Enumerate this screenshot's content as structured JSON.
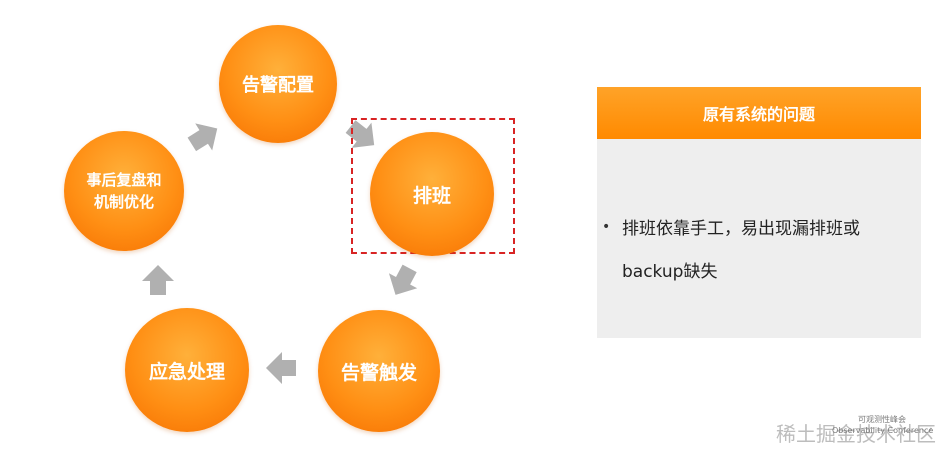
{
  "cycle": {
    "nodes": {
      "alarm_config": "告警配置",
      "schedule": "排班",
      "alarm_trigger": "告警触发",
      "emergency": "应急处理",
      "review_line1": "事后复盘和",
      "review_line2": "机制优化"
    },
    "highlighted_node": "排班",
    "colors": {
      "node": "#ff8f14",
      "arrow": "#b0b0b0",
      "highlight_border": "#d82424"
    }
  },
  "panel": {
    "title": "原有系统的问题",
    "bullet_marker": "•",
    "bullet_line1": "排班依靠手工，易出现漏排班或",
    "bullet_line2": "backup缺失",
    "colors": {
      "header": "#ff8f14",
      "body": "#eeeeee"
    }
  },
  "watermark": {
    "text": "稀土掘金技术社区",
    "sub_line1": "可观测性峰会",
    "sub_line2": "Observability Conference"
  }
}
